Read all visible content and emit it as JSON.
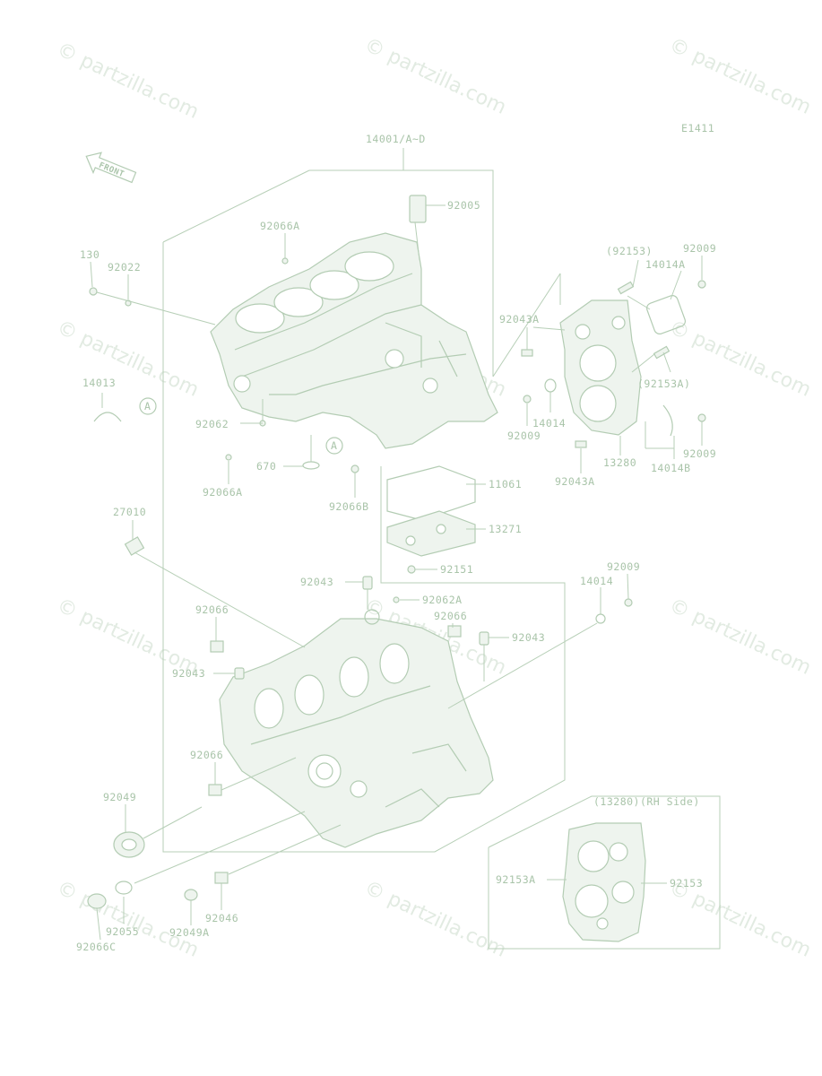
{
  "diagram_code": "E1411",
  "front_label": "FRONT",
  "watermark": "© partzilla.com",
  "inset_title": "(13280)(RH Side)",
  "callout_a": "A",
  "labels": {
    "l14001": "14001/A~D",
    "l92005": "92005",
    "l92066A_top": "92066A",
    "l130": "130",
    "l92022": "92022",
    "l92153p": "(92153)",
    "l92009a": "92009",
    "l14014A": "14014A",
    "l92043A_a": "92043A",
    "l92153Ap": "(92153A)",
    "l14013": "14013",
    "l14014a": "14014",
    "l92009b": "92009",
    "l92062": "92062",
    "l92009c": "92009",
    "l14014B": "14014B",
    "l13280": "13280",
    "l92043A_b": "92043A",
    "l670": "670",
    "l92066A_b": "92066A",
    "l92066B": "92066B",
    "l11061": "11061",
    "l13271": "13271",
    "l27010": "27010",
    "l92151": "92151",
    "l92043a": "92043",
    "l14014b": "14014",
    "l92009d": "92009",
    "l92062A": "92062A",
    "l92066a": "92066",
    "l92066b": "92066",
    "l92043b": "92043",
    "l92043c": "92043",
    "l92066c": "92066",
    "l92049": "92049",
    "l92153A": "92153A",
    "l92153": "92153",
    "l92055": "92055",
    "l92066C": "92066C",
    "l92049A": "92049A",
    "l92046": "92046"
  }
}
